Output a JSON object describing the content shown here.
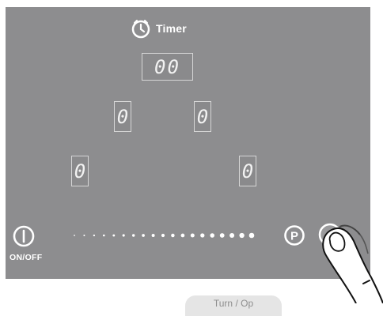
{
  "timer": {
    "label": "Timer",
    "display": "00"
  },
  "zones": [
    {
      "id": "front-left",
      "value": "0"
    },
    {
      "id": "front-right",
      "value": "0"
    },
    {
      "id": "rear-left",
      "value": "0"
    },
    {
      "id": "rear-right",
      "value": "0"
    }
  ],
  "controls": {
    "onoff_label": "ON/OFF",
    "pause_label": "P",
    "slider_steps": 19
  },
  "bottom_button": {
    "label": "Turn / Op"
  },
  "colors": {
    "panel": "#8d8d8f",
    "display_border": "#d6d6d6",
    "text": "#ffffff"
  },
  "icons": {
    "timer": "clock-icon",
    "onoff": "power-icon",
    "pause": "pause-p-icon",
    "hand": "finger-icon"
  }
}
